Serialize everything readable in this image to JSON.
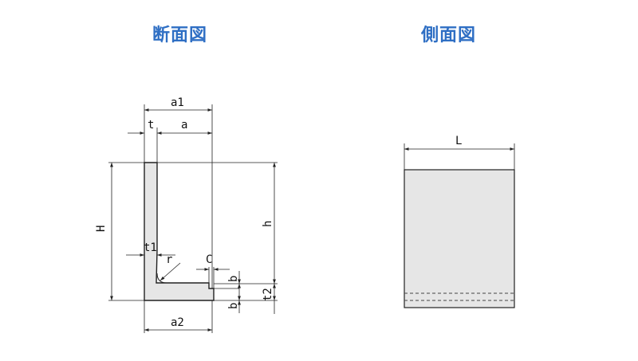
{
  "titles": {
    "cross_section": "断面図",
    "side_view": "側面図"
  },
  "dimension_labels": {
    "a1": "a1",
    "t": "t",
    "a": "a",
    "H": "H",
    "h": "h",
    "t1": "t1",
    "r": "r",
    "C": "C",
    "b_upper": "b",
    "b_lower": "b",
    "t2": "t2",
    "a2": "a2",
    "L": "L"
  },
  "colors": {
    "title": "#2f6fc4",
    "shape_fill": "#e6e6e6",
    "line": "#222222"
  }
}
